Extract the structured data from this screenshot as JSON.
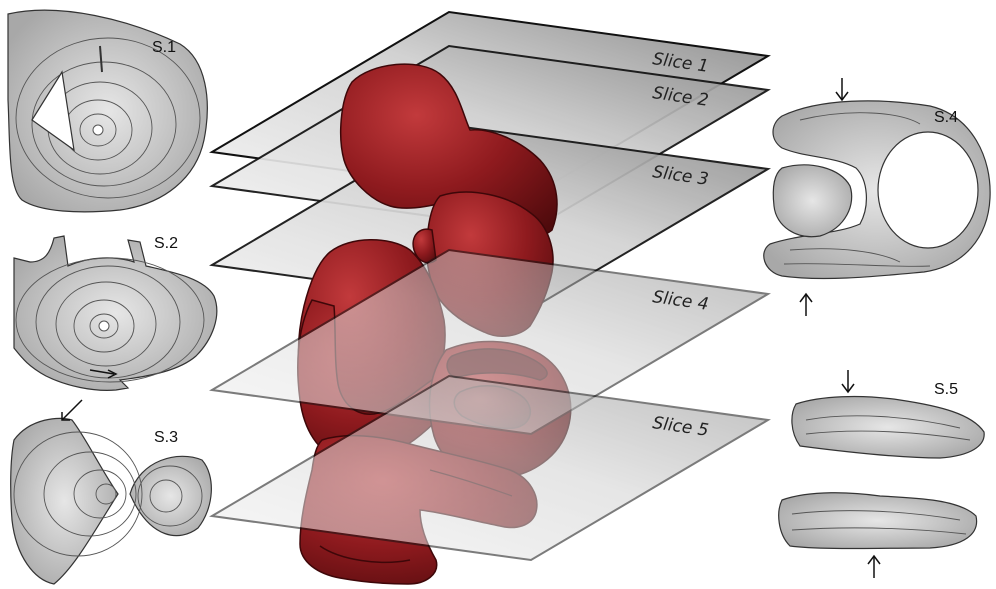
{
  "figure": {
    "slices": [
      {
        "id": "s1",
        "label": "Slice 1"
      },
      {
        "id": "s2",
        "label": "Slice 2"
      },
      {
        "id": "s3",
        "label": "Slice 3"
      },
      {
        "id": "s4",
        "label": "Slice 4"
      },
      {
        "id": "s5",
        "label": "Slice 5"
      }
    ],
    "sections": [
      {
        "id": "S1",
        "label": "S.1"
      },
      {
        "id": "S2",
        "label": "S.2"
      },
      {
        "id": "S3",
        "label": "S.3"
      },
      {
        "id": "S4",
        "label": "S.4"
      },
      {
        "id": "S5",
        "label": "S.5"
      }
    ],
    "colors": {
      "statue": "#8e1a1e",
      "statue_dark": "#5e0d10",
      "statue_light": "#b8383a",
      "plane_light": "#f2f2f2",
      "plane_dark": "#8a8a8a",
      "wood_fill": "#cfcfcf",
      "wood_ring": "#4a4a4a"
    }
  }
}
